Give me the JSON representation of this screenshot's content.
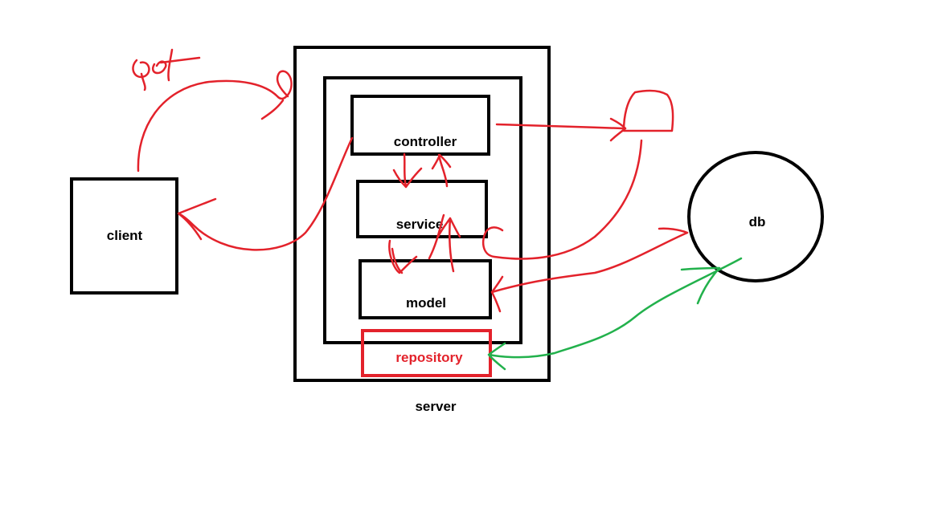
{
  "labels": {
    "client": "client",
    "controller": "controller",
    "service": "service",
    "model": "model",
    "repository": "repository",
    "server": "server",
    "db": "db"
  },
  "colors": {
    "outline": "#000000",
    "red_annotation": "#e3222b",
    "green_annotation": "#22b14c"
  }
}
